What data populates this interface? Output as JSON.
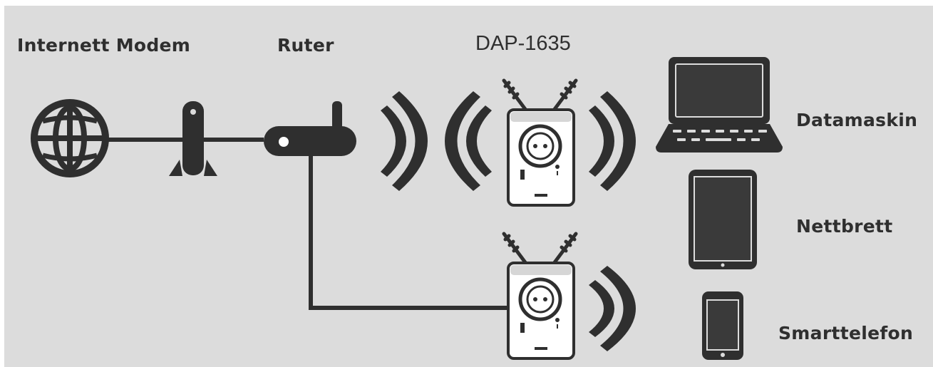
{
  "labels": {
    "internet_modem": "Internett Modem",
    "router": "Ruter",
    "extender": "DAP-1635",
    "computer": "Datamaskin",
    "tablet": "Nettbrett",
    "smartphone": "Smarttelefon"
  },
  "colors": {
    "background": "#dcdcdc",
    "icon": "#2f2f2f",
    "device_body": "#ffffff"
  },
  "icons": [
    "globe-icon",
    "modem-icon",
    "router-icon",
    "wifi-waves-icon",
    "extender-device-icon",
    "laptop-icon",
    "tablet-icon",
    "smartphone-icon"
  ]
}
